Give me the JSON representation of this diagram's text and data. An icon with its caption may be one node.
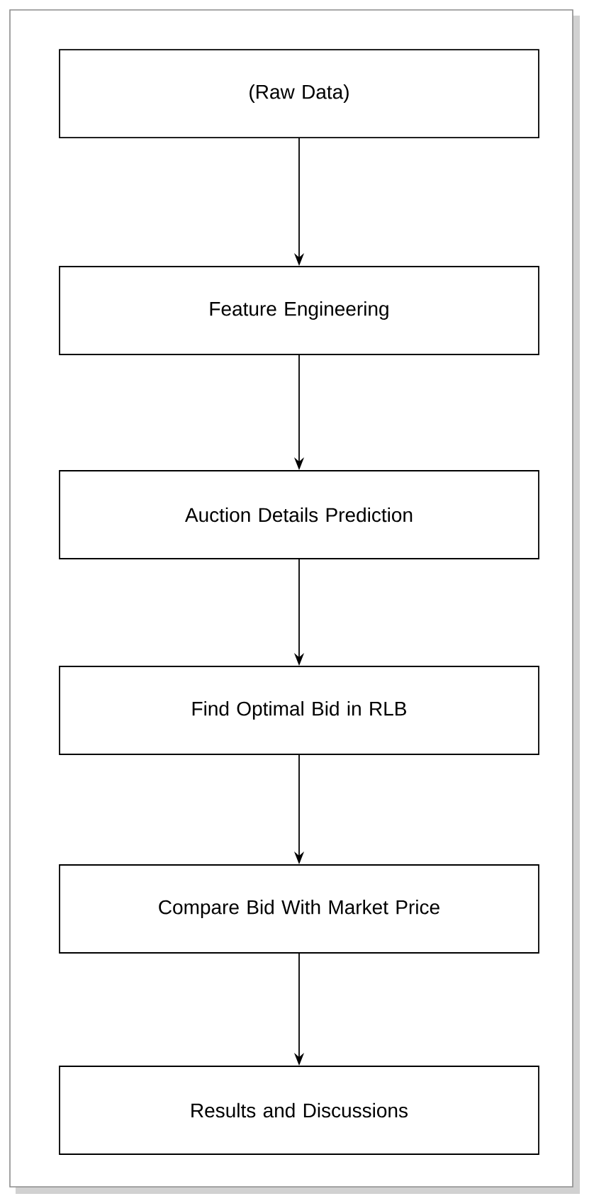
{
  "diagram": {
    "nodes": [
      {
        "text": [
          "(Raw Data)"
        ]
      },
      {
        "text": [
          "Feature Engineering"
        ]
      },
      {
        "text": [
          "Auction Details Prediction"
        ]
      },
      {
        "text": [
          "Find Optimal Bid in RLB"
        ]
      },
      {
        "text": [
          "Compare Bid With Market Price"
        ]
      },
      {
        "text": [
          "Results and Discussions"
        ]
      }
    ],
    "edges": [
      {
        "from": 0,
        "to": 1,
        "arrow": "to"
      },
      {
        "from": 1,
        "to": 2,
        "arrow": "to"
      },
      {
        "from": 2,
        "to": 3,
        "arrow": "to"
      },
      {
        "from": 3,
        "to": 4,
        "arrow": "to"
      },
      {
        "from": 4,
        "to": 5,
        "arrow": "to"
      }
    ]
  }
}
